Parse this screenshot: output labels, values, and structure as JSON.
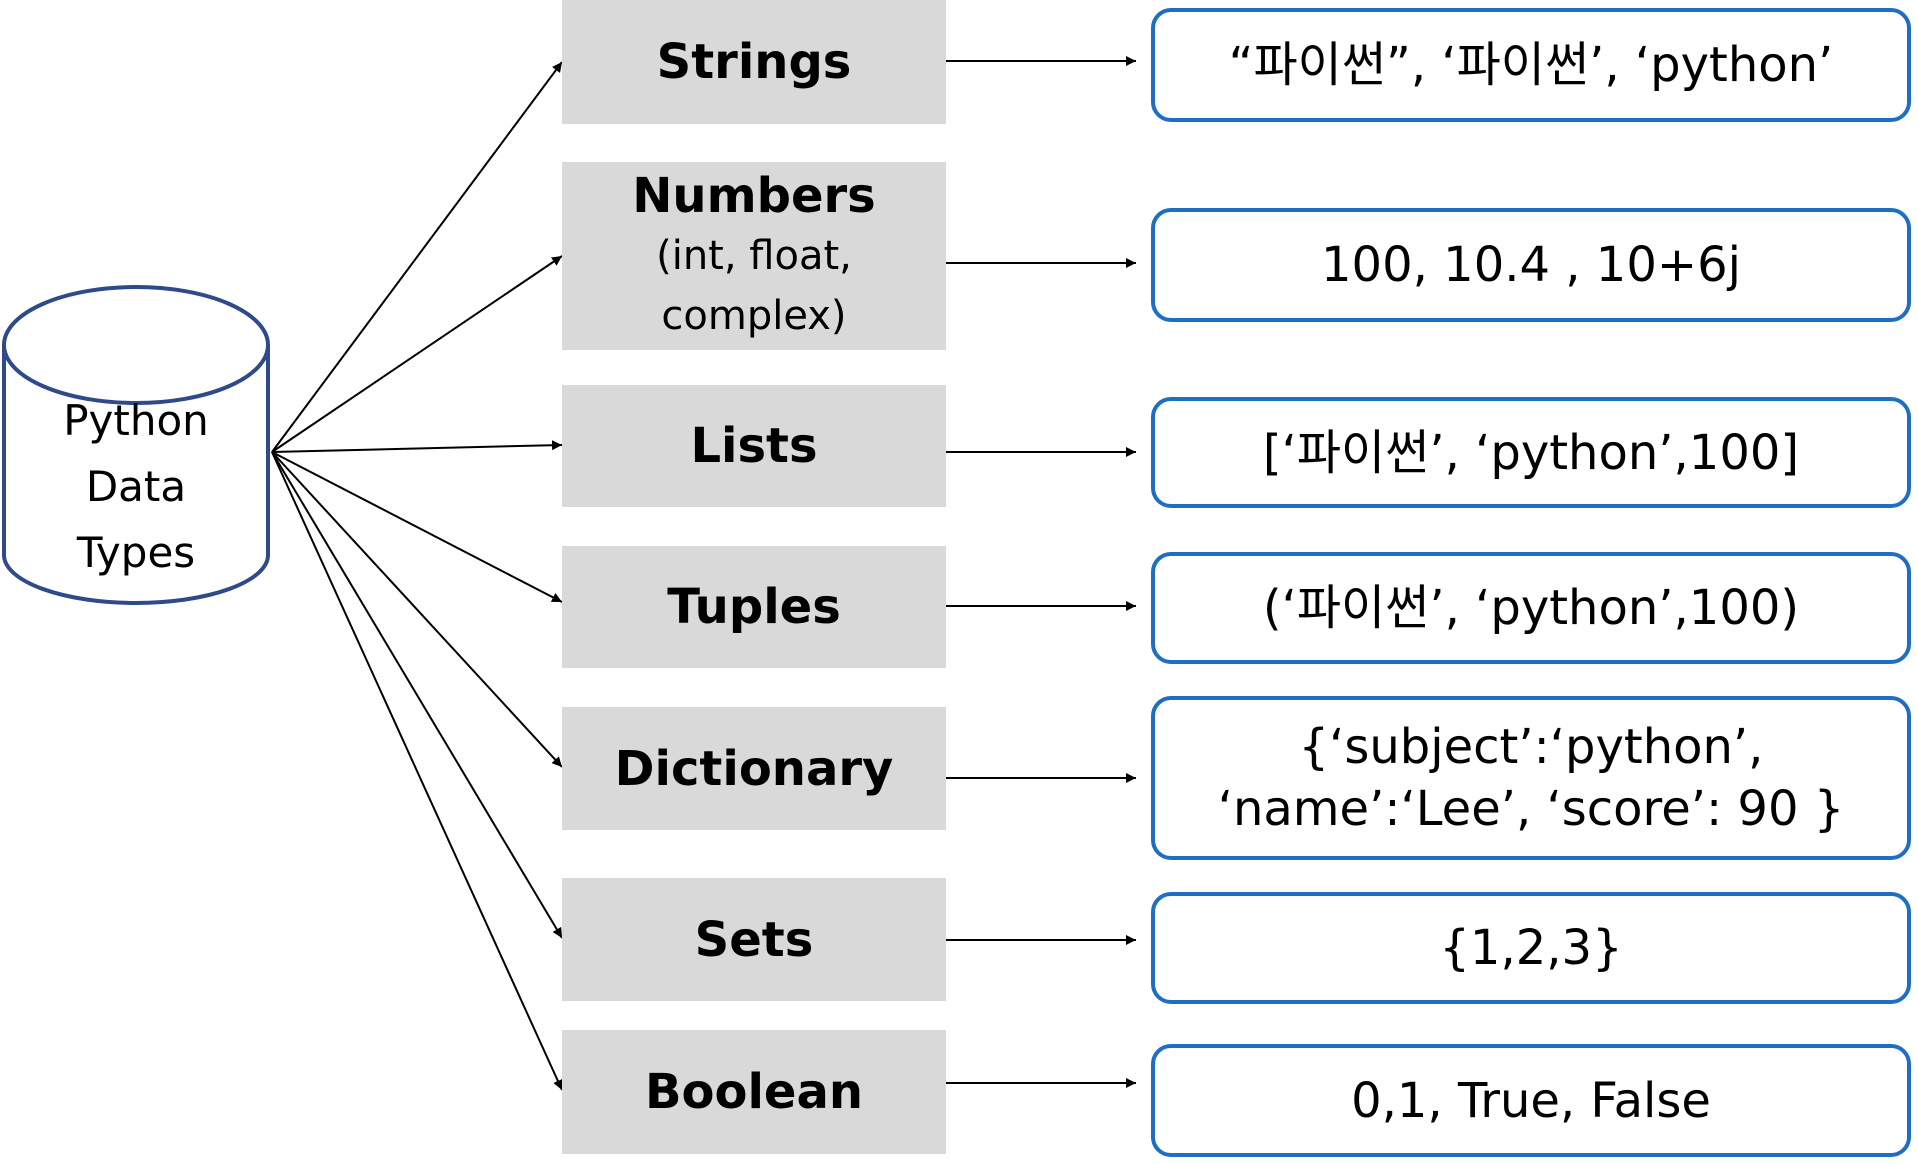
{
  "root": {
    "label": "Python\nData\nTypes"
  },
  "types": [
    {
      "name": "Strings",
      "sub": "",
      "example": "“파이썬”, ‘파이썬’, ‘python’"
    },
    {
      "name": "Numbers",
      "sub": "(int, float,\ncomplex)",
      "example": "100, 10.4 , 10+6j"
    },
    {
      "name": "Lists",
      "sub": "",
      "example": "[‘파이썬’, ‘python’,100]"
    },
    {
      "name": "Tuples",
      "sub": "",
      "example": "(‘파이썬’, ‘python’,100)"
    },
    {
      "name": "Dictionary",
      "sub": "",
      "example": "{‘subject’:‘python’,\n‘name’:‘Lee’, ‘score’: 90 }"
    },
    {
      "name": "Sets",
      "sub": "",
      "example": "{1,2,3}"
    },
    {
      "name": "Boolean",
      "sub": "",
      "example": "0,1, True, False"
    }
  ],
  "colors": {
    "type_fill": "#d9d9d9",
    "example_border": "#1e6fc4",
    "cylinder_stroke": "#2f4a8a"
  }
}
